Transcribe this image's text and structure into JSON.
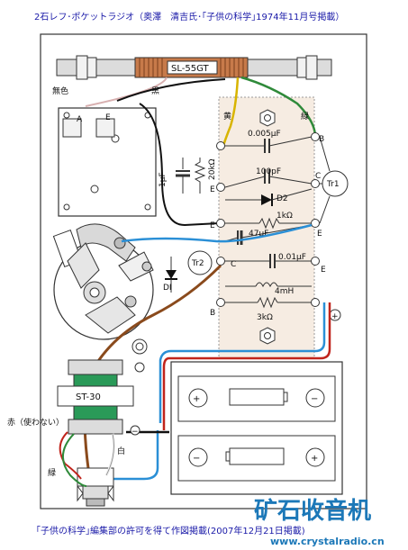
{
  "title": "2石レフ･ポケットラジオ（奥澤　清吉氏･｢子供の科学｣1974年11月号掲載）",
  "footer": "｢子供の科学｣編集部の許可を得て作図掲載(2007年12月21日掲載)",
  "watermark": {
    "brand": "矿石收音机",
    "url": "www.crystalradio.cn"
  },
  "antenna": {
    "label": "SL-55GT"
  },
  "wires": {
    "mushoku": "無色",
    "kuro": "黒",
    "ki": "黄",
    "midori_top": "緑",
    "aka": "赤（使わない）",
    "midori_bottom": "緑",
    "shiro": "白"
  },
  "vc": {
    "terminal_a": "A",
    "terminal_e": "E"
  },
  "board": {
    "c1": "0.005μF",
    "c2": "100pF",
    "d2": "D2",
    "r1": "1kΩ",
    "c3": "47μF",
    "c4": "0.01μF",
    "l1": "4mH",
    "r2": "3kΩ",
    "c5": "1μF",
    "r3": "20kΩ",
    "d1": "DI",
    "tr1": "Tr1",
    "tr2": "Tr2",
    "pins": {
      "b1": "B",
      "c1": "C",
      "e1": "E",
      "e2": "E",
      "c2": "C",
      "b2": "B",
      "e3": "E",
      "e4": "E"
    },
    "plus": "+",
    "minus": "−"
  },
  "transformer": {
    "label": "ST-30"
  },
  "battery": {
    "plus": "⊕",
    "minus": "⊖"
  },
  "colors": {
    "red": "#c0241c",
    "blue": "#2a8fd6",
    "brown": "#8a4a1c",
    "green": "#2f8a3a",
    "yellow": "#d8b400",
    "board": "#f6ece2"
  }
}
